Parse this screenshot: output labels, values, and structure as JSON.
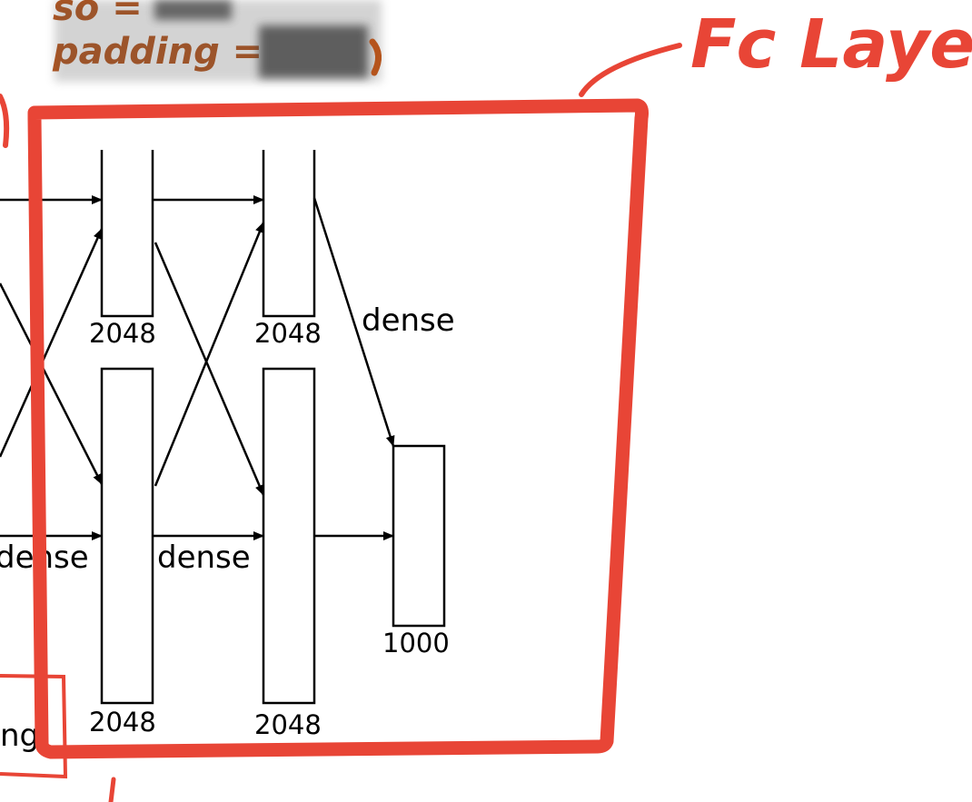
{
  "annotation": {
    "title": "Fc Layer",
    "color": "#e84536",
    "scribble_text": "padding =",
    "scribble_color": "#b5541c"
  },
  "diagram": {
    "stroke": "#000000",
    "units_top_1": "2048",
    "units_top_2": "2048",
    "units_bottom_1": "2048",
    "units_bottom_2": "2048",
    "units_output": "1000",
    "edge_label_dense_right": "dense",
    "edge_label_dense_mid": "dense",
    "edge_label_dense_left": "dense",
    "partial_label": "ng"
  }
}
